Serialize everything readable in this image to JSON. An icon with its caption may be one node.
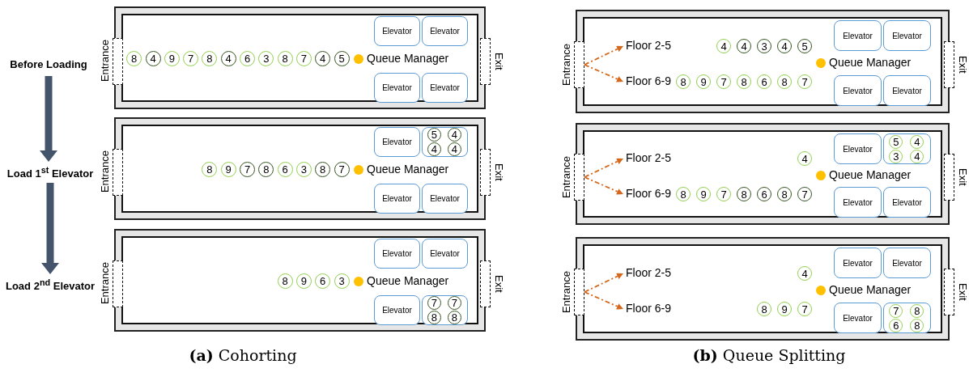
{
  "diagram": {
    "nodes": [
      {
        "text": [
          "Before Loading"
        ]
      },
      {
        "text": [
          "Load 1$^{st}$ Elevator"
        ]
      },
      {
        "text": [
          "Load 2$^{nd}$ Elevator"
        ]
      },
      {
        "text": [],
        "shape": "box"
      },
      {
        "text": [],
        "shape": "box",
        "beside": [
          "Entrance"
        ],
        "in": 3
      },
      {
        "text": [],
        "shape": "box",
        "beside": [
          "Exit"
        ],
        "in": 3
      },
      {
        "text": [
          "Elevator"
        ],
        "in": 3
      },
      {
        "text": [
          "Elevator"
        ],
        "in": 3
      },
      {
        "text": [
          "8"
        ],
        "in": 3
      },
      {
        "text": [
          "4"
        ],
        "in": 3
      },
      {
        "text": [
          "9"
        ],
        "in": 3
      },
      {
        "text": [
          "7"
        ],
        "in": 3
      },
      {
        "text": [
          "8"
        ],
        "in": 3
      },
      {
        "text": [
          "4"
        ],
        "in": 3
      },
      {
        "text": [
          "6"
        ],
        "in": 3
      },
      {
        "text": [
          "3"
        ],
        "in": 3
      },
      {
        "text": [
          "8"
        ],
        "in": 3
      },
      {
        "text": [
          "7"
        ],
        "in": 3
      },
      {
        "text": [
          "4"
        ],
        "in": 3
      },
      {
        "text": [
          "5"
        ],
        "in": 3
      },
      {
        "text": [],
        "shape": "circle",
        "beside": [
          "Queue Manager"
        ],
        "in": 3
      },
      {
        "text": [
          "Elevator"
        ],
        "in": 3
      },
      {
        "text": [
          "Elevator"
        ],
        "in": 3
      },
      {
        "text": [],
        "shape": "box"
      },
      {
        "text": [],
        "shape": "box",
        "beside": [
          "Entrance"
        ],
        "in": 23
      },
      {
        "text": [],
        "shape": "box",
        "beside": [
          "Exit"
        ],
        "in": 23
      },
      {
        "text": [
          "Elevator"
        ],
        "in": 23
      },
      {
        "text": [],
        "shape": "box",
        "in": 23
      },
      {
        "text": [
          "5"
        ],
        "in": 27
      },
      {
        "text": [
          "4"
        ],
        "in": 27
      },
      {
        "text": [
          "4"
        ],
        "in": 27
      },
      {
        "text": [
          "4"
        ],
        "in": 27
      },
      {
        "text": [
          "8"
        ],
        "in": 23
      },
      {
        "text": [
          "9"
        ],
        "in": 23
      },
      {
        "text": [
          "7"
        ],
        "in": 23
      },
      {
        "text": [
          "8"
        ],
        "in": 23
      },
      {
        "text": [
          "6"
        ],
        "in": 23
      },
      {
        "text": [
          "3"
        ],
        "in": 23
      },
      {
        "text": [
          "8"
        ],
        "in": 23
      },
      {
        "text": [
          "7"
        ],
        "in": 23
      },
      {
        "text": [],
        "shape": "circle",
        "beside": [
          "Queue Manager"
        ],
        "in": 23
      },
      {
        "text": [
          "Elevator"
        ],
        "in": 23
      },
      {
        "text": [
          "Elevator"
        ],
        "in": 23
      },
      {
        "text": [],
        "shape": "box"
      },
      {
        "text": [],
        "shape": "box",
        "beside": [
          "Entrance"
        ],
        "in": 43
      },
      {
        "text": [],
        "shape": "box",
        "beside": [
          "Exit"
        ],
        "in": 43
      },
      {
        "text": [
          "Elevator"
        ],
        "in": 43
      },
      {
        "text": [
          "Elevator"
        ],
        "in": 43
      },
      {
        "text": [
          "8"
        ],
        "in": 43
      },
      {
        "text": [
          "9"
        ],
        "in": 43
      },
      {
        "text": [
          "6"
        ],
        "in": 43
      },
      {
        "text": [
          "3"
        ],
        "in": 43
      },
      {
        "text": [],
        "shape": "circle",
        "beside": [
          "Queue Manager"
        ],
        "in": 43
      },
      {
        "text": [
          "Elevator"
        ],
        "in": 43
      },
      {
        "text": [],
        "shape": "box",
        "in": 43
      },
      {
        "text": [
          "7"
        ],
        "in": 54
      },
      {
        "text": [
          "7"
        ],
        "in": 54
      },
      {
        "text": [
          "8"
        ],
        "in": 54
      },
      {
        "text": [
          "8"
        ],
        "in": 54
      },
      {
        "text": [],
        "shape": "box"
      },
      {
        "text": [],
        "shape": "box",
        "beside": [
          "Entrance"
        ],
        "in": 59
      },
      {
        "text": [],
        "shape": "box",
        "beside": [
          "Exit"
        ],
        "in": 59
      },
      {
        "text": [
          "Elevator"
        ],
        "in": 59
      },
      {
        "text": [
          "Elevator"
        ],
        "in": 59
      },
      {
        "text": [
          "Floor 2-5"
        ],
        "in": 59
      },
      {
        "text": [
          "4"
        ],
        "in": 59
      },
      {
        "text": [
          "4"
        ],
        "in": 59
      },
      {
        "text": [
          "3"
        ],
        "in": 59
      },
      {
        "text": [
          "4"
        ],
        "in": 59
      },
      {
        "text": [
          "5"
        ],
        "in": 59
      },
      {
        "text": [],
        "shape": "circle",
        "beside": [
          "Queue Manager"
        ],
        "in": 59
      },
      {
        "text": [
          "Floor 6-9"
        ],
        "in": 59
      },
      {
        "text": [
          "8"
        ],
        "in": 59
      },
      {
        "text": [
          "9"
        ],
        "in": 59
      },
      {
        "text": [
          "7"
        ],
        "in": 59
      },
      {
        "text": [
          "8"
        ],
        "in": 59
      },
      {
        "text": [
          "6"
        ],
        "in": 59
      },
      {
        "text": [
          "8"
        ],
        "in": 59
      },
      {
        "text": [
          "7"
        ],
        "in": 59
      },
      {
        "text": [
          "Elevator"
        ],
        "in": 59
      },
      {
        "text": [
          "Elevator"
        ],
        "in": 59
      },
      {
        "text": [],
        "shape": "box"
      },
      {
        "text": [],
        "shape": "box",
        "beside": [
          "Entrance"
        ],
        "in": 81
      },
      {
        "text": [],
        "shape": "box",
        "beside": [
          "Exit"
        ],
        "in": 81
      },
      {
        "text": [
          "Elevator"
        ],
        "in": 81
      },
      {
        "text": [],
        "shape": "box",
        "in": 81
      },
      {
        "text": [
          "5"
        ],
        "in": 85
      },
      {
        "text": [
          "4"
        ],
        "in": 85
      },
      {
        "text": [
          "3"
        ],
        "in": 85
      },
      {
        "text": [
          "4"
        ],
        "in": 85
      },
      {
        "text": [
          "Floor 2-5"
        ],
        "in": 81
      },
      {
        "text": [
          "4"
        ],
        "in": 81
      },
      {
        "text": [],
        "shape": "circle",
        "beside": [
          "Queue Manager"
        ],
        "in": 81
      },
      {
        "text": [
          "Floor 6-9"
        ],
        "in": 81
      },
      {
        "text": [
          "8"
        ],
        "in": 81
      },
      {
        "text": [
          "9"
        ],
        "in": 81
      },
      {
        "text": [
          "7"
        ],
        "in": 81
      },
      {
        "text": [
          "8"
        ],
        "in": 81
      },
      {
        "text": [
          "6"
        ],
        "in": 81
      },
      {
        "text": [
          "8"
        ],
        "in": 81
      },
      {
        "text": [
          "7"
        ],
        "in": 81
      },
      {
        "text": [
          "Elevator"
        ],
        "in": 81
      },
      {
        "text": [
          "Elevator"
        ],
        "in": 81
      },
      {
        "text": [],
        "shape": "box"
      },
      {
        "text": [],
        "shape": "box",
        "beside": [
          "Entrance"
        ],
        "in": 103
      },
      {
        "text": [],
        "shape": "box",
        "beside": [
          "Exit"
        ],
        "in": 103
      },
      {
        "text": [
          "Elevator"
        ],
        "in": 103
      },
      {
        "text": [
          "Elevator"
        ],
        "in": 103
      },
      {
        "text": [
          "Floor 2-5"
        ],
        "in": 103
      },
      {
        "text": [
          "4"
        ],
        "in": 103
      },
      {
        "text": [],
        "shape": "circle",
        "beside": [
          "Queue Manager"
        ],
        "in": 103
      },
      {
        "text": [
          "Floor 6-9"
        ],
        "in": 103
      },
      {
        "text": [
          "8"
        ],
        "in": 103
      },
      {
        "text": [
          "9"
        ],
        "in": 103
      },
      {
        "text": [
          "7"
        ],
        "in": 103
      },
      {
        "text": [
          "Elevator"
        ],
        "in": 103
      },
      {
        "text": [],
        "shape": "box",
        "in": 103
      },
      {
        "text": [
          "7"
        ],
        "in": 116
      },
      {
        "text": [
          "8"
        ],
        "in": 116
      },
      {
        "text": [
          "6"
        ],
        "in": 116
      },
      {
        "text": [
          "8"
        ],
        "in": 116
      }
    ],
    "edges": [
      {
        "from": 0,
        "to": 1,
        "arrow": "to",
        "style": "thick",
        "color": "#44546a"
      },
      {
        "from": 1,
        "to": 2,
        "arrow": "to",
        "style": "thick",
        "color": "#44546a"
      },
      {
        "from": 60,
        "to": 64,
        "arrow": "to",
        "style": "dashed"
      },
      {
        "from": 60,
        "to": 71,
        "arrow": "to",
        "style": "dashed"
      },
      {
        "from": 82,
        "to": 90,
        "arrow": "to",
        "style": "dashed"
      },
      {
        "from": 82,
        "to": 93,
        "arrow": "to",
        "style": "dashed"
      },
      {
        "from": 104,
        "to": 108,
        "arrow": "to",
        "style": "dashed"
      },
      {
        "from": 104,
        "to": 111,
        "arrow": "to",
        "style": "dashed"
      }
    ],
    "labels": [
      "**(a)** Cohorting",
      "**(b)** Queue Splitting"
    ]
  }
}
